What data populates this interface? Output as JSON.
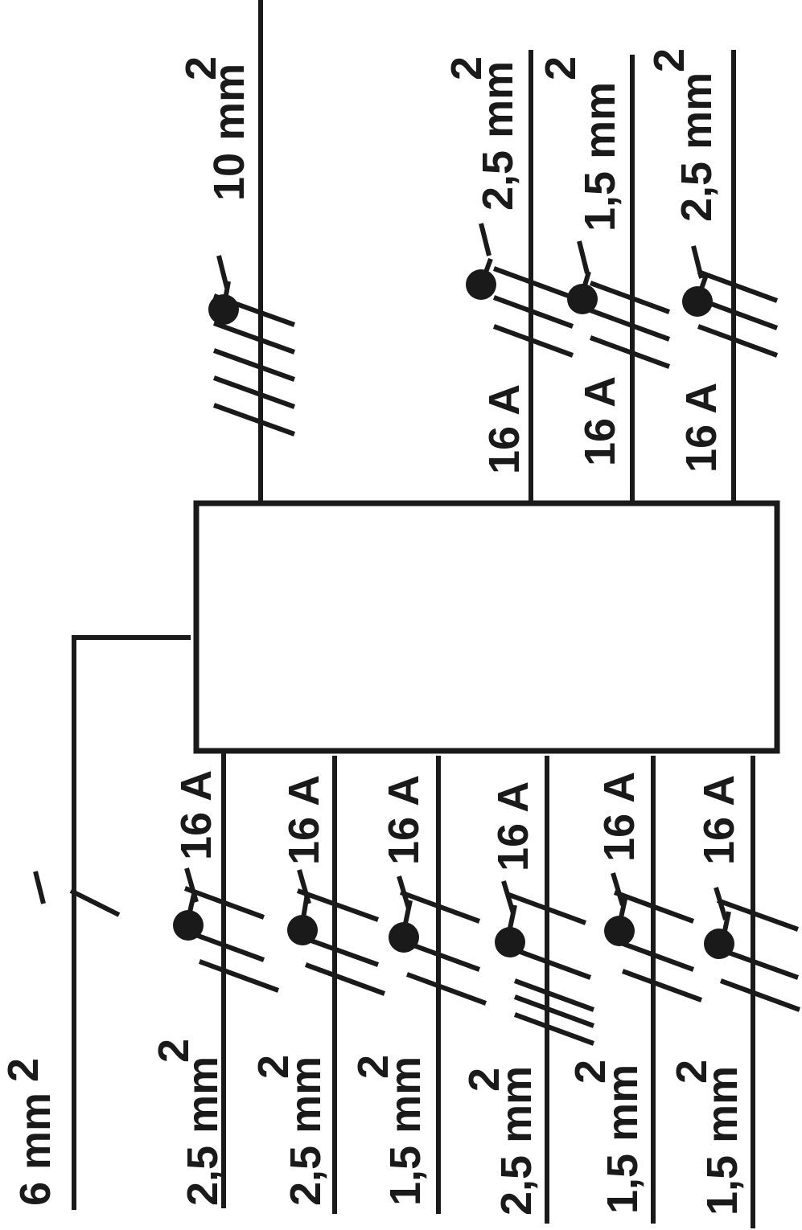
{
  "colors": {
    "ink": "#1a1a1a",
    "background": "#ffffff"
  },
  "feed": {
    "section": "6 mm",
    "superscript": "2",
    "conductors": 1
  },
  "top": [
    {
      "rating": "",
      "section": "10 mm",
      "superscript": "2",
      "conductors": 5
    },
    {
      "rating": "16 A",
      "section": "2,5 mm",
      "superscript": "2",
      "conductors": 3
    },
    {
      "rating": "16 A",
      "section": "1,5 mm",
      "superscript": "2",
      "conductors": 3
    },
    {
      "rating": "16 A",
      "section": "2,5 mm",
      "superscript": "2",
      "conductors": 3
    }
  ],
  "bottom": [
    {
      "rating": "16 A",
      "section": "2,5 mm",
      "superscript": "2",
      "conductors": 3
    },
    {
      "rating": "16 A",
      "section": "2,5 mm",
      "superscript": "2",
      "conductors": 3
    },
    {
      "rating": "16 A",
      "section": "1,5 mm",
      "superscript": "2",
      "conductors": 3
    },
    {
      "rating": "16 A",
      "section": "2,5 mm",
      "superscript": "2",
      "conductors": 5
    },
    {
      "rating": "16 A",
      "section": "1,5 mm",
      "superscript": "2",
      "conductors": 3
    },
    {
      "rating": "16 A",
      "section": "1,5 mm",
      "superscript": "2",
      "conductors": 3
    }
  ]
}
